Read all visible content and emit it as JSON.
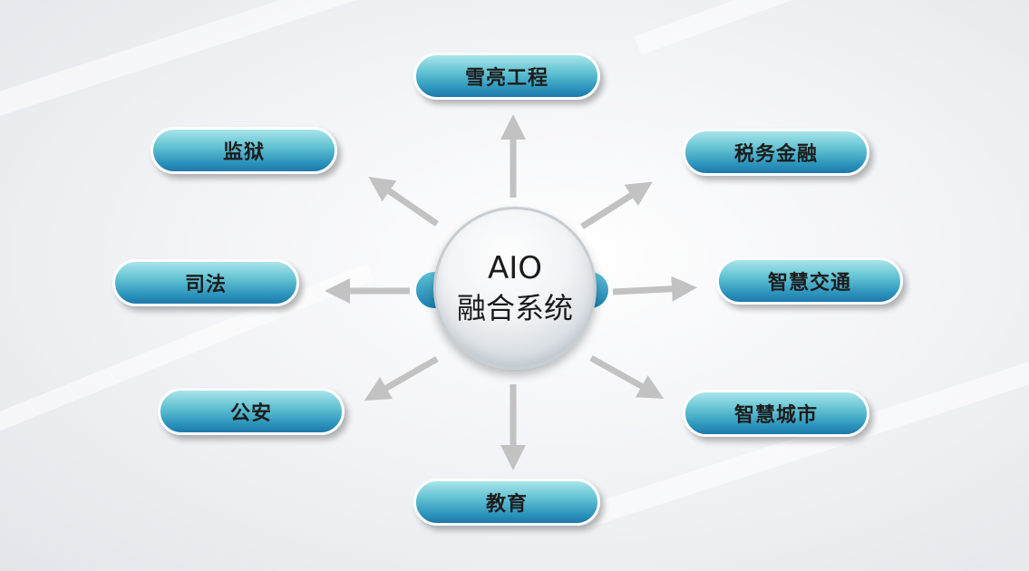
{
  "hub": {
    "line1": "AIO",
    "line2": "融合系统"
  },
  "nodes": {
    "top": "雪亮工程",
    "top_right": "税务金融",
    "right": "智慧交通",
    "bottom_right": "智慧城市",
    "bottom": "教育",
    "bottom_left": "公安",
    "left": "司法",
    "top_left": "监狱"
  },
  "colors": {
    "pill_top": "#a9e4ea",
    "pill_bottom": "#1e78aa",
    "arrow": "#c2c2c2"
  }
}
